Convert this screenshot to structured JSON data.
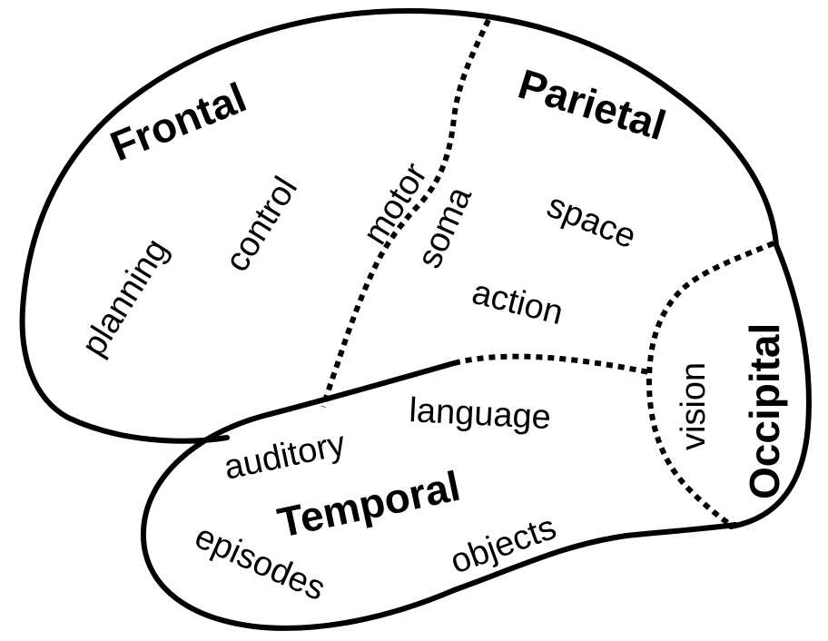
{
  "lobes": {
    "frontal": "Frontal",
    "parietal": "Parietal",
    "occipital": "Occipital",
    "temporal": "Temporal"
  },
  "functions": {
    "planning": "planning",
    "control": "control",
    "motor": "motor",
    "soma": "soma",
    "space": "space",
    "action": "action",
    "vision": "vision",
    "language": "language",
    "auditory": "auditory",
    "episodes": "episodes",
    "objects": "objects"
  },
  "colors": {
    "ink": "#000000",
    "background": "#ffffff"
  }
}
